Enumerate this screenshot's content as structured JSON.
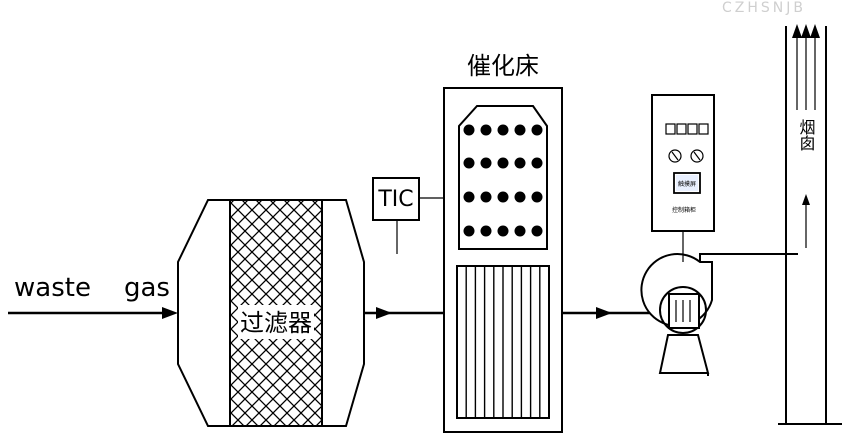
{
  "labels": {
    "input": "waste    gas",
    "filter": "过滤器",
    "tic": "TIC",
    "catalytic_bed": "催化床",
    "chimney": "烟囱",
    "panel_screen": "触摸屏",
    "panel_caption": "控制箱柜",
    "watermark": "CZHSNJB"
  },
  "colors": {
    "line": "#000000",
    "background": "#ffffff"
  }
}
